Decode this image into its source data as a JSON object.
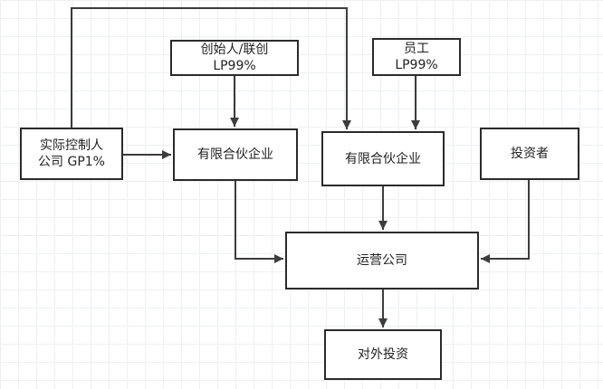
{
  "nodes": {
    "controller": {
      "line1": "实际控制人",
      "line2": "公司 GP1%"
    },
    "founder": {
      "line1": "创始人/联创",
      "line2": "LP99%"
    },
    "employee": {
      "line1": "员工",
      "line2": "LP99%"
    },
    "lp1": {
      "label": "有限合伙企业"
    },
    "lp2": {
      "label": "有限合伙企业"
    },
    "investor": {
      "label": "投资者"
    },
    "operating": {
      "label": "运营公司"
    },
    "external": {
      "label": "对外投资"
    }
  },
  "edges": [
    {
      "from": "controller",
      "to": "lp1"
    },
    {
      "from": "controller",
      "to": "lp2"
    },
    {
      "from": "founder",
      "to": "lp1"
    },
    {
      "from": "employee",
      "to": "lp2"
    },
    {
      "from": "lp1",
      "to": "operating"
    },
    {
      "from": "lp2",
      "to": "operating"
    },
    {
      "from": "investor",
      "to": "operating"
    },
    {
      "from": "operating",
      "to": "external"
    }
  ],
  "colors": {
    "line": "#3c3c3c",
    "box_border": "#2b2b2b",
    "text": "#222222",
    "grid": "#eef0f2",
    "background": "#ffffff"
  }
}
